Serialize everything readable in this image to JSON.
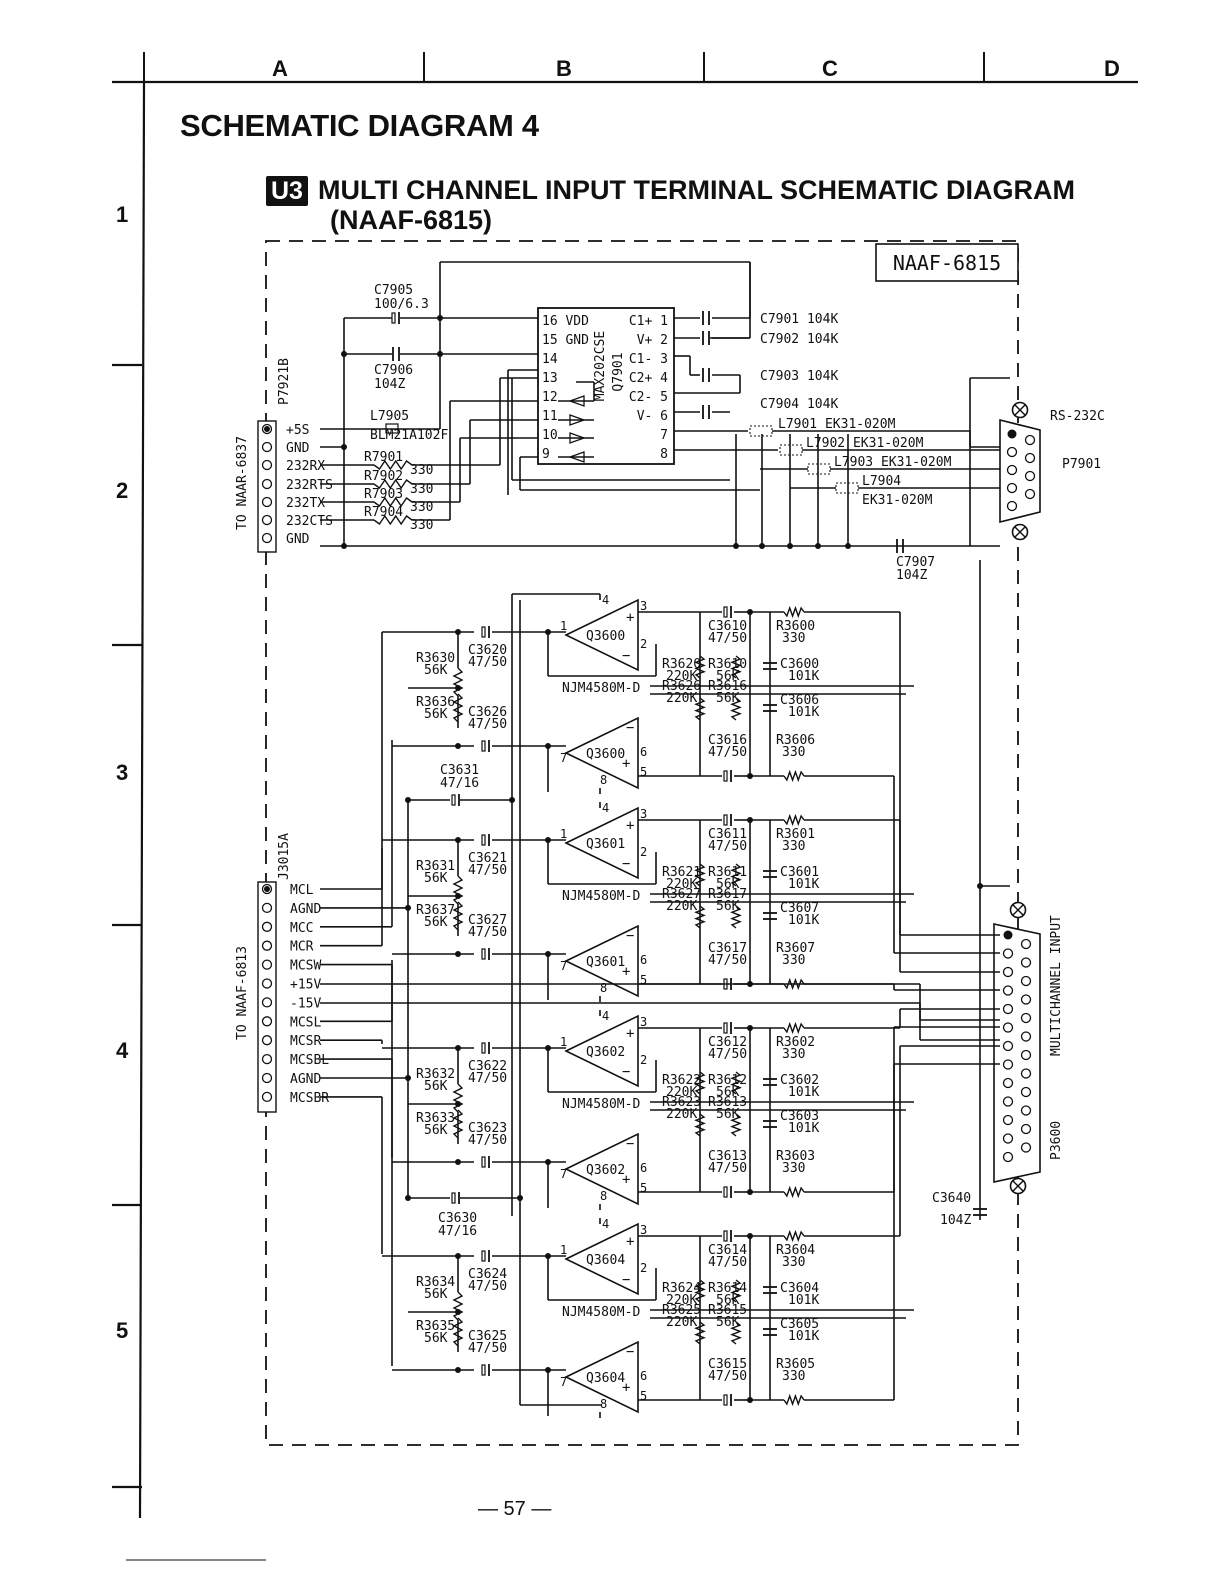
{
  "page": {
    "title": "SCHEMATIC DIAGRAM 4",
    "badge": "U3",
    "subtitle_line1": "MULTI CHANNEL INPUT TERMINAL SCHEMATIC DIAGRAM",
    "subtitle_line2": "(NAAF-6815)",
    "columns": [
      "A",
      "B",
      "C",
      "D"
    ],
    "rows": [
      "1",
      "2",
      "3",
      "4",
      "5"
    ],
    "page_number": "— 57 —"
  },
  "board": {
    "name": "NAAF-6815"
  },
  "connectors": {
    "p7921b": {
      "ref": "P7921B",
      "to": "TO NAAR-6837",
      "pins": [
        "+5S",
        "GND",
        "232RX",
        "232RTS",
        "232TX",
        "232CTS",
        "GND"
      ]
    },
    "j3015a": {
      "ref": "J3015A",
      "to": "TO NAAF-6813",
      "pins": [
        "MCL",
        "AGND",
        "MCC",
        "MCR",
        "MCSW",
        "+15V",
        "-15V",
        "MCSL",
        "MCSR",
        "MCSBL",
        "AGND",
        "MCSBR"
      ]
    },
    "rs232": {
      "label": "RS-232C",
      "ref": "P7901"
    },
    "multi": {
      "label": "MULTICHANNEL INPUT",
      "ref": "P3600"
    }
  },
  "ic": {
    "ref": "Q7901",
    "part": "MAX202CSE",
    "left_pins": [
      "16 VDD",
      "15 GND",
      "14",
      "13",
      "12",
      "11",
      "10",
      "9"
    ],
    "right_pins": [
      "C1+ 1",
      "V+ 2",
      "C1- 3",
      "C2+ 4",
      "C2- 5",
      "V- 6",
      "7",
      "8"
    ]
  },
  "rs_parts": {
    "c7905": [
      "C7905",
      "100/6.3"
    ],
    "c7906": [
      "C7906",
      "104Z"
    ],
    "l7905": [
      "L7905",
      "BLM21A102F"
    ],
    "r7901": [
      "R7901",
      "330"
    ],
    "r7902": [
      "R7902",
      "330"
    ],
    "r7903": [
      "R7903",
      "330"
    ],
    "r7904": [
      "R7904",
      "330"
    ],
    "c7901": "C7901  104K",
    "c7902": "C7902  104K",
    "c7903": "C7903  104K",
    "c7904": "C7904  104K",
    "l7901": "L7901  EK31-020M",
    "l7902": "L7902  EK31-020M",
    "l7903": "L7903  EK31-020M",
    "l7904a": "L7904",
    "l7904b": "EK31-020M",
    "c7907": [
      "C7907",
      "104Z"
    ]
  },
  "opamp_part": "NJM4580M-D",
  "stages": [
    {
      "top": {
        "ref": "Q3600",
        "c_in": [
          "C3620",
          "47/50"
        ],
        "r_in": [
          "R3630",
          "56K"
        ],
        "rf": [
          "R3620",
          "220K"
        ],
        "rb": [
          "R3610",
          "56K"
        ],
        "c_out": [
          "C3610",
          "47/50"
        ],
        "r_out": [
          "R3600",
          "330"
        ],
        "c_f": [
          "C3600",
          "101K"
        ]
      },
      "bot": {
        "ref": "Q3600",
        "c_in": [
          "C3626",
          "47/50"
        ],
        "r_in": [
          "R3636",
          "56K"
        ],
        "rf": [
          "R3626",
          "220K"
        ],
        "rb": [
          "R3616",
          "56K"
        ],
        "c_out": [
          "C3616",
          "47/50"
        ],
        "r_out": [
          "R3606",
          "330"
        ],
        "c_f": [
          "C3606",
          "101K"
        ]
      }
    },
    {
      "top": {
        "ref": "Q3601",
        "c_in": [
          "C3621",
          "47/50"
        ],
        "r_in": [
          "R3631",
          "56K"
        ],
        "rf": [
          "R3621",
          "220K"
        ],
        "rb": [
          "R3611",
          "56K"
        ],
        "c_out": [
          "C3611",
          "47/50"
        ],
        "r_out": [
          "R3601",
          "330"
        ],
        "c_f": [
          "C3601",
          "101K"
        ]
      },
      "bot": {
        "ref": "Q3601",
        "c_in": [
          "C3627",
          "47/50"
        ],
        "r_in": [
          "R3637",
          "56K"
        ],
        "rf": [
          "R3627",
          "220K"
        ],
        "rb": [
          "R3617",
          "56K"
        ],
        "c_out": [
          "C3617",
          "47/50"
        ],
        "r_out": [
          "R3607",
          "330"
        ],
        "c_f": [
          "C3607",
          "101K"
        ]
      }
    },
    {
      "top": {
        "ref": "Q3602",
        "c_in": [
          "C3622",
          "47/50"
        ],
        "r_in": [
          "R3632",
          "56K"
        ],
        "rf": [
          "R3622",
          "220K"
        ],
        "rb": [
          "R3612",
          "56K"
        ],
        "c_out": [
          "C3612",
          "47/50"
        ],
        "r_out": [
          "R3602",
          "330"
        ],
        "c_f": [
          "C3602",
          "101K"
        ]
      },
      "bot": {
        "ref": "Q3602",
        "c_in": [
          "C3623",
          "47/50"
        ],
        "r_in": [
          "R3633",
          "56K"
        ],
        "rf": [
          "R3623",
          "220K"
        ],
        "rb": [
          "R3613",
          "56K"
        ],
        "c_out": [
          "C3613",
          "47/50"
        ],
        "r_out": [
          "R3603",
          "330"
        ],
        "c_f": [
          "C3603",
          "101K"
        ]
      }
    },
    {
      "top": {
        "ref": "Q3604",
        "c_in": [
          "C3624",
          "47/50"
        ],
        "r_in": [
          "R3634",
          "56K"
        ],
        "rf": [
          "R3624",
          "220K"
        ],
        "rb": [
          "R3614",
          "56K"
        ],
        "c_out": [
          "C3614",
          "47/50"
        ],
        "r_out": [
          "R3604",
          "330"
        ],
        "c_f": [
          "C3604",
          "101K"
        ]
      },
      "bot": {
        "ref": "Q3604",
        "c_in": [
          "C3625",
          "47/50"
        ],
        "r_in": [
          "R3635",
          "56K"
        ],
        "rf": [
          "R3625",
          "220K"
        ],
        "rb": [
          "R3615",
          "56K"
        ],
        "c_out": [
          "C3615",
          "47/50"
        ],
        "r_out": [
          "R3605",
          "330"
        ],
        "c_f": [
          "C3605",
          "101K"
        ]
      }
    }
  ],
  "decoupling": {
    "c3631": [
      "C3631",
      "47/16"
    ],
    "c3630": [
      "C3630",
      "47/16"
    ],
    "c3640": [
      "C3640",
      "104Z"
    ]
  }
}
